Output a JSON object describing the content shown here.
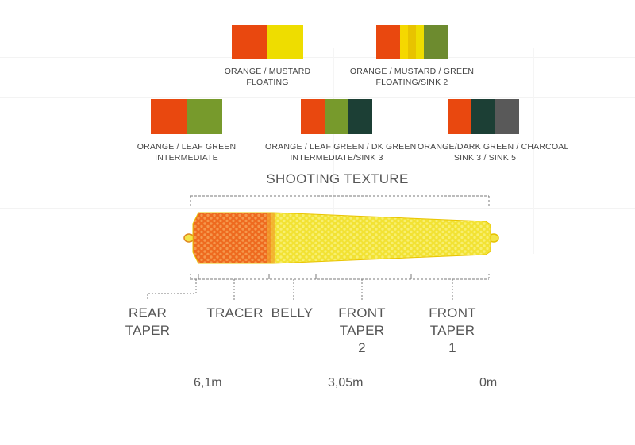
{
  "colors": {
    "orange": "#e9480f",
    "mustard": "#eedd00",
    "mustard_light": "#f5d800",
    "mustard_dark": "#e8c300",
    "leaf_green": "#779a2c",
    "green": "#6d8b2f",
    "dark_green": "#1c3f35",
    "charcoal": "#595959",
    "line_body": "#f2e233",
    "line_tracer": "#ee6a1f",
    "dash": "#7a7a7a"
  },
  "swatches": [
    {
      "label_1": "ORANGE / MUSTARD",
      "label_2": "FLOATING"
    },
    {
      "label_1": "ORANGE / MUSTARD / GREEN",
      "label_2": "FLOATING/SINK 2"
    },
    {
      "label_1": "ORANGE / LEAF GREEN",
      "label_2": "INTERMEDIATE"
    },
    {
      "label_1": "ORANGE / LEAF GREEN / DK GREEN",
      "label_2": "INTERMEDIATE/SINK 3"
    },
    {
      "label_1": "ORANGE/DARK GREEN / CHARCOAL",
      "label_2": "SINK 3 / SINK 5"
    }
  ],
  "diagram": {
    "shooting_texture": "SHOOTING TEXTURE",
    "sections": [
      "REAR\nTAPER",
      "TRACER",
      "BELLY",
      "FRONT\nTAPER\n2",
      "FRONT\nTAPER\n1"
    ],
    "distances": [
      "6,1m",
      "3,05m",
      "0m"
    ]
  }
}
